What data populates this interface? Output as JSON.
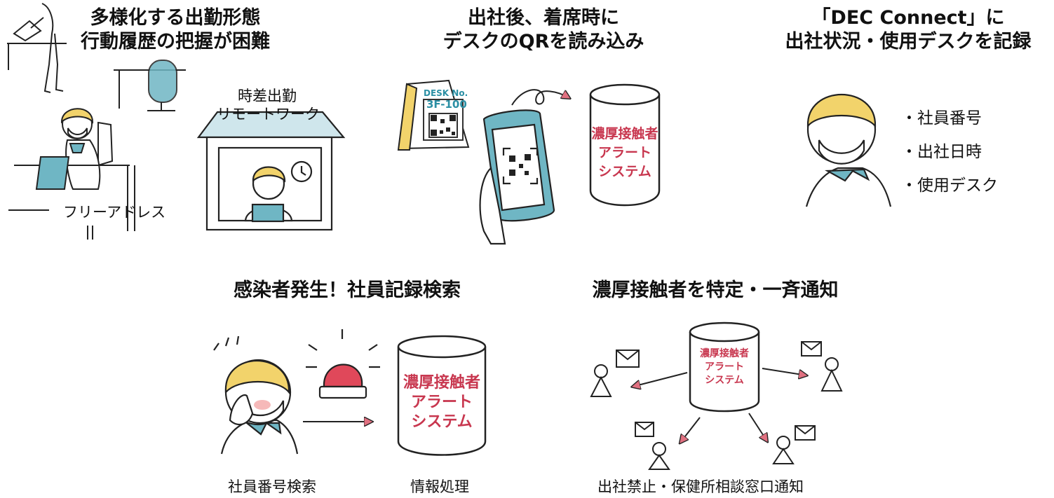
{
  "panels": {
    "p1": {
      "title_lines": [
        "多様化する出勤形態",
        "行動履歴の把握が困難"
      ],
      "label_free_address": "フリーアドレス",
      "label_house_l1": "時差出勤",
      "label_house_l2": "リモートワーク"
    },
    "p2": {
      "title_lines": [
        "出社後、着席時に",
        "デスクのQRを読み込み"
      ],
      "desk_card_l1": "DESK No.",
      "desk_card_l2": "3F-100"
    },
    "p3": {
      "title_lines": [
        "「DEC Connect」に",
        "出社状況・使用デスクを記録"
      ],
      "bullets": [
        "・社員番号",
        "・出社日時",
        "・使用デスク"
      ]
    },
    "p4": {
      "title": "感染者発生！社員記録検索",
      "label_search": "社員番号検索",
      "label_process": "情報処理"
    },
    "p5": {
      "title": "濃厚接触者を特定・一斉通知",
      "label_bottom": "出社禁止・保健所相談窓口通知"
    }
  },
  "system": {
    "line1": "濃厚接触者",
    "line2": "アラート",
    "line3": "システム"
  },
  "colors": {
    "accent_red": "#c8374f",
    "hair_yellow": "#f2d36b",
    "teal": "#6fb6c4",
    "mask_white": "#ffffff"
  }
}
